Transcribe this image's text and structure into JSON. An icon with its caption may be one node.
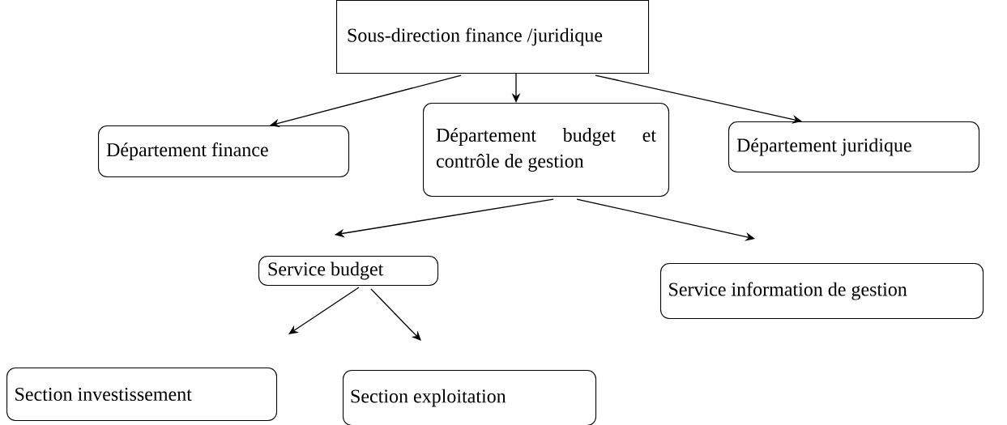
{
  "diagram": {
    "nodes": [
      {
        "text": [
          "Sous-direction finance /juridique"
        ]
      },
      {
        "text": [
          "Département finance"
        ]
      },
      {
        "text": [
          "Département budget et contrôle de gestion"
        ]
      },
      {
        "text": [
          "Département juridique"
        ]
      },
      {
        "text": [
          "Service budget"
        ]
      },
      {
        "text": [
          "Service information de gestion"
        ]
      },
      {
        "text": [
          "Section investissement"
        ]
      },
      {
        "text": [
          "Section exploitation"
        ]
      }
    ],
    "edges": [
      {
        "from": 0,
        "to": 1,
        "arrow": "to"
      },
      {
        "from": 0,
        "to": 2,
        "arrow": "to"
      },
      {
        "from": 0,
        "to": 3,
        "arrow": "to"
      },
      {
        "from": 2,
        "to": 4,
        "arrow": "to"
      },
      {
        "from": 2,
        "to": 5,
        "arrow": "to"
      },
      {
        "from": 4,
        "to": 6,
        "arrow": "to"
      },
      {
        "from": 4,
        "to": 7,
        "arrow": "to"
      }
    ]
  }
}
